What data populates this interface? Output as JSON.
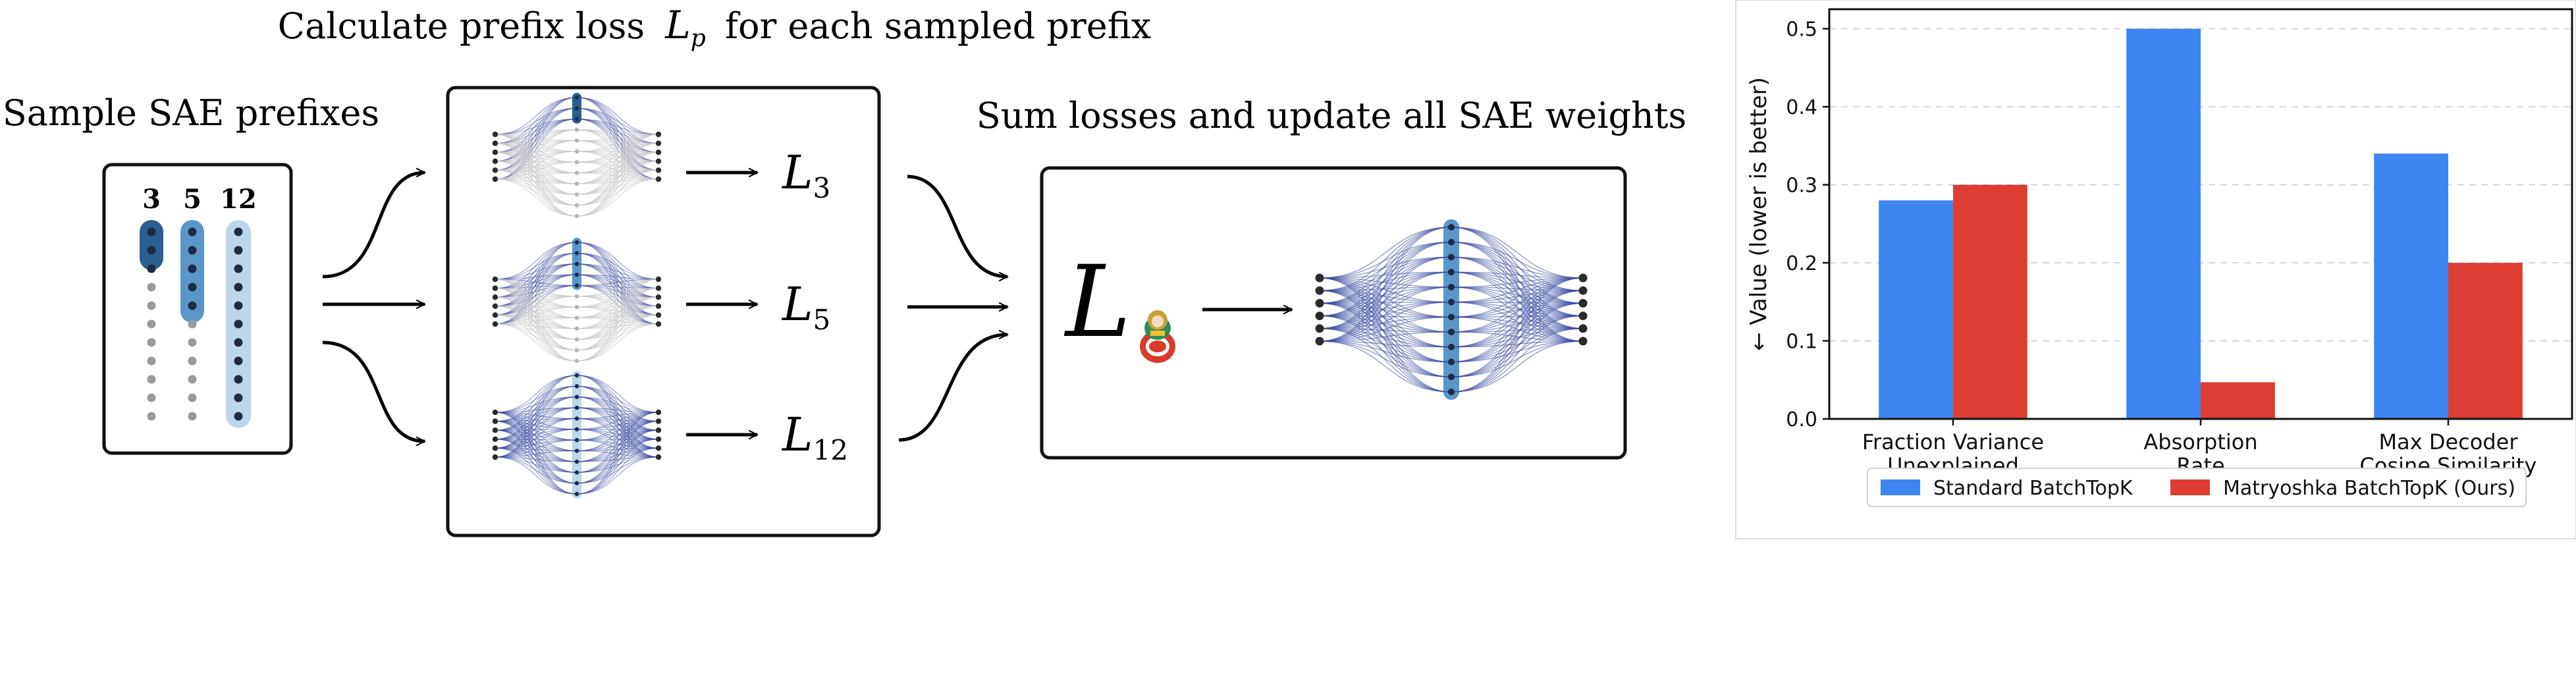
{
  "diagram": {
    "title_prefix_loss": "Calculate prefix loss",
    "title_prefix_loss_symbol": "L",
    "title_prefix_loss_sub": "p",
    "title_prefix_loss_suffix": "for each sampled prefix",
    "sample_title": "Sample SAE prefixes",
    "sum_title": "Sum losses and update all SAE weights",
    "prefix_sizes": [
      "3",
      "5",
      "12"
    ],
    "loss_symbol": "L",
    "loss_labels": [
      "3",
      "5",
      "12"
    ],
    "colors": {
      "prefix_3": "#2a5f8f",
      "prefix_5": "#5a97c8",
      "prefix_12": "#bcd6ec",
      "network_lines": "#3a4aa0",
      "network_faint": "#c8c8c8",
      "doll_green": "#2f8a5a",
      "doll_red": "#d63b2b"
    },
    "icons": [
      "matryoshka-doll-icon",
      "arrow-right-icon",
      "curved-arrow-icon"
    ]
  },
  "chart_data": {
    "type": "bar",
    "categories": [
      [
        "Fraction Variance",
        "Unexplained"
      ],
      [
        "Absorption",
        "Rate"
      ],
      [
        "Max Decoder",
        "Cosine Similarity"
      ]
    ],
    "series": [
      {
        "name": "Standard BatchTopK",
        "color": "#3d85f0",
        "values": [
          0.28,
          0.5,
          0.34
        ]
      },
      {
        "name": "Matryoshka BatchTopK (Ours)",
        "color": "#dc3e34",
        "values": [
          0.3,
          0.047,
          0.2
        ]
      }
    ],
    "ylabel": "← Value (lower is better)",
    "ylim": [
      0,
      0.5
    ],
    "yticks": [
      "0.0",
      "0.1",
      "0.2",
      "0.3",
      "0.4",
      "0.5"
    ],
    "grid": true,
    "legend_position": "bottom"
  }
}
